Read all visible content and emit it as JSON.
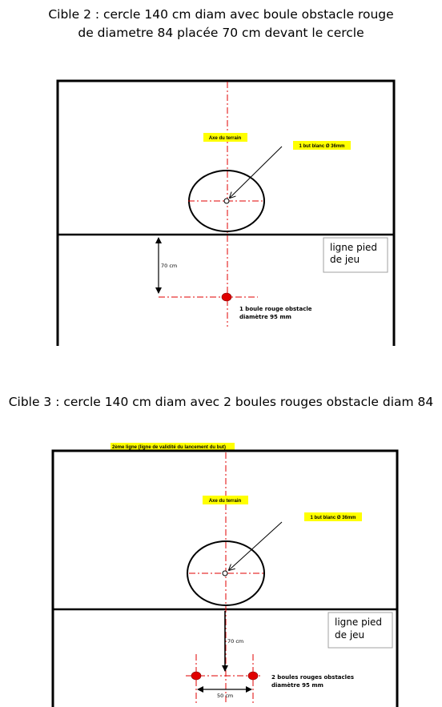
{
  "cible2": {
    "title_line1": "Cible 2 : cercle 140 cm diam avec boule obstacle rouge",
    "title_line2": "de diametre 84 placée 70 cm devant le cercle",
    "axis_label": "Axe du terrain",
    "jack_label": "1 but blanc Ø 36mm",
    "distance_label": "70 cm",
    "foot_line_label_1": "ligne pied",
    "foot_line_label_2": "de jeu",
    "obstacle_label_1": "1 boule rouge obstacle",
    "obstacle_label_2": "diamètre 95 mm"
  },
  "cible3": {
    "title": "Cible 3 : cercle 140 cm diam avec 2 boules rouges obstacle diam 84",
    "second_line_label": "2ème ligne (ligne de validité du lancement du but)",
    "axis_label": "Axe du terrain",
    "jack_label": "1 but blanc Ø 36mm",
    "distance_label": "70 cm",
    "foot_line_label_1": "ligne pied",
    "foot_line_label_2": "de jeu",
    "obstacle_label_1": "2 boules rouges obstacles",
    "obstacle_label_2": "diamètre 95 mm",
    "spacing_label": "50 cm"
  },
  "colors": {
    "red": "#e00000",
    "highlight": "#ffff00",
    "line": "#000000"
  }
}
